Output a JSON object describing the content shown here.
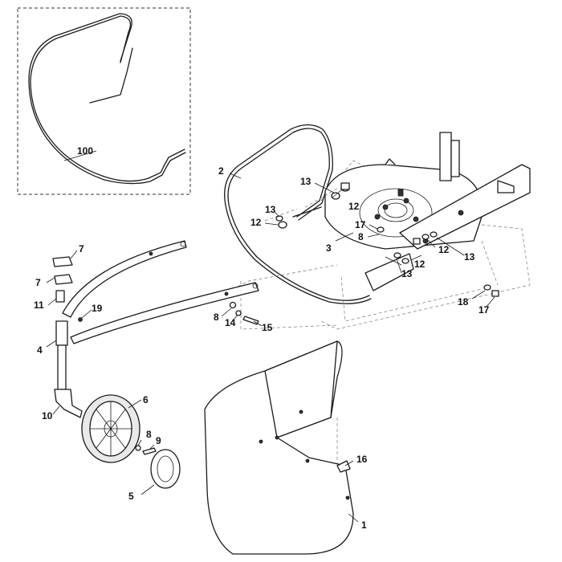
{
  "labels": {
    "l100": "100",
    "l2": "2",
    "l3": "3",
    "l13a": "13",
    "l12a": "12",
    "l13b": "13",
    "l12b": "12",
    "l17a": "17",
    "l8a": "8",
    "l7a": "7",
    "l7b": "7",
    "l11": "11",
    "l19": "19",
    "l4": "4",
    "l8b": "8",
    "l14": "14",
    "l15": "15",
    "l12c": "12",
    "l12d": "12",
    "l13c": "13",
    "l13d": "13",
    "l18": "18",
    "l17b": "17",
    "l10": "10",
    "l6": "6",
    "l8c": "8",
    "l9": "9",
    "l5": "5",
    "l16": "16",
    "l1": "1"
  }
}
